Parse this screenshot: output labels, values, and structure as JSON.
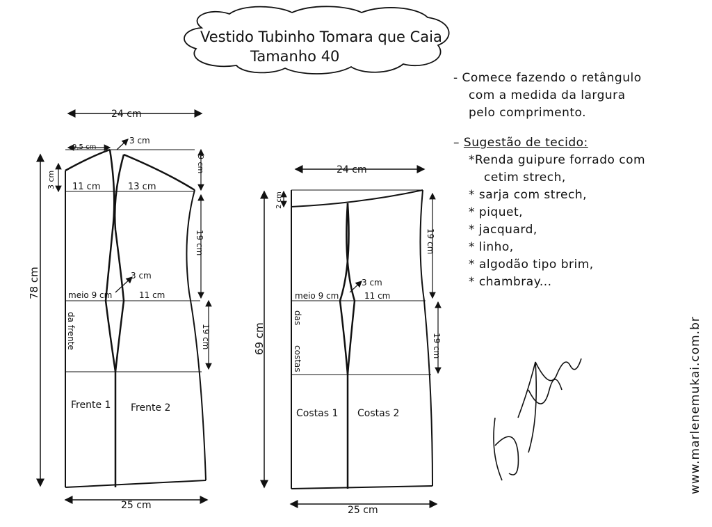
{
  "title": {
    "line1": "Vestido Tubinho Tomara que Caia",
    "line2": "Tamanho 40"
  },
  "front": {
    "width_top": "24 cm",
    "width_bottom": "25 cm",
    "length": "78 cm",
    "dart_left_top": "9,5 cm",
    "dart_open": "3 cm",
    "side_drop": "9 cm",
    "center_drop": "3 cm",
    "bust_left": "11 cm",
    "bust_right": "13 cm",
    "upper_section": "19 cm",
    "waist_dart": "3 cm",
    "waist_left": "meio 9 cm",
    "waist_right": "11 cm",
    "hip_section": "19 cm",
    "center_label": "da frente",
    "piece1": "Frente 1",
    "piece2": "Frente 2"
  },
  "back": {
    "width_top": "24 cm",
    "width_bottom": "25 cm",
    "length": "69 cm",
    "top_drop": "2 cm",
    "upper_section": "19 cm",
    "waist_dart": "3 cm",
    "waist_left": "meio 9 cm",
    "waist_right": "11 cm",
    "hip_section": "19 cm",
    "center_label_1": "das",
    "center_label_2": "costas",
    "piece1": "Costas 1",
    "piece2": "Costas 2"
  },
  "instructions": {
    "step1": "- Comece fazendo o retângulo",
    "step1b": "com a medida da largura",
    "step1c": "pelo comprimento.",
    "fabric_title": "Sugestão de tecido:",
    "fabrics": [
      "*Renda guipure forrado com",
      "cetim strech,",
      "* sarja com strech,",
      "* piquet,",
      "* jacquard,",
      "* linho,",
      "* algodão tipo brim,",
      "* chambray..."
    ]
  },
  "website": "www.marlenemukai.com.br"
}
